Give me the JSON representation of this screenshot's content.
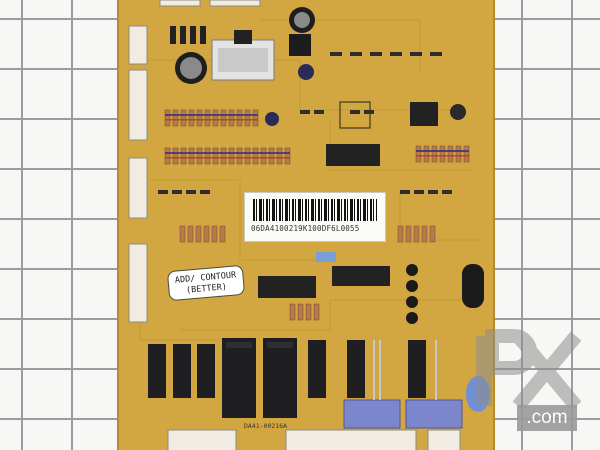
{
  "scene": {
    "subject": "refrigerator main control circuit board on a white grid background",
    "colors": {
      "background": "#f7f7f5",
      "grid_line": "#9c9c9c",
      "pcb": "#d2a640",
      "relay": "#1f1f22",
      "capacitor_blue": "#6f8fd6",
      "connector": "#f0ece2"
    }
  },
  "board": {
    "label_line1": "ADD/ CONTOUR",
    "label_line2": "(BETTER)",
    "barcode_number": "06DA4100219K100DF6L0055",
    "part_number": "DA41-00216A"
  },
  "watermark": {
    "brand_letters": "PX",
    "domain": ".com"
  }
}
